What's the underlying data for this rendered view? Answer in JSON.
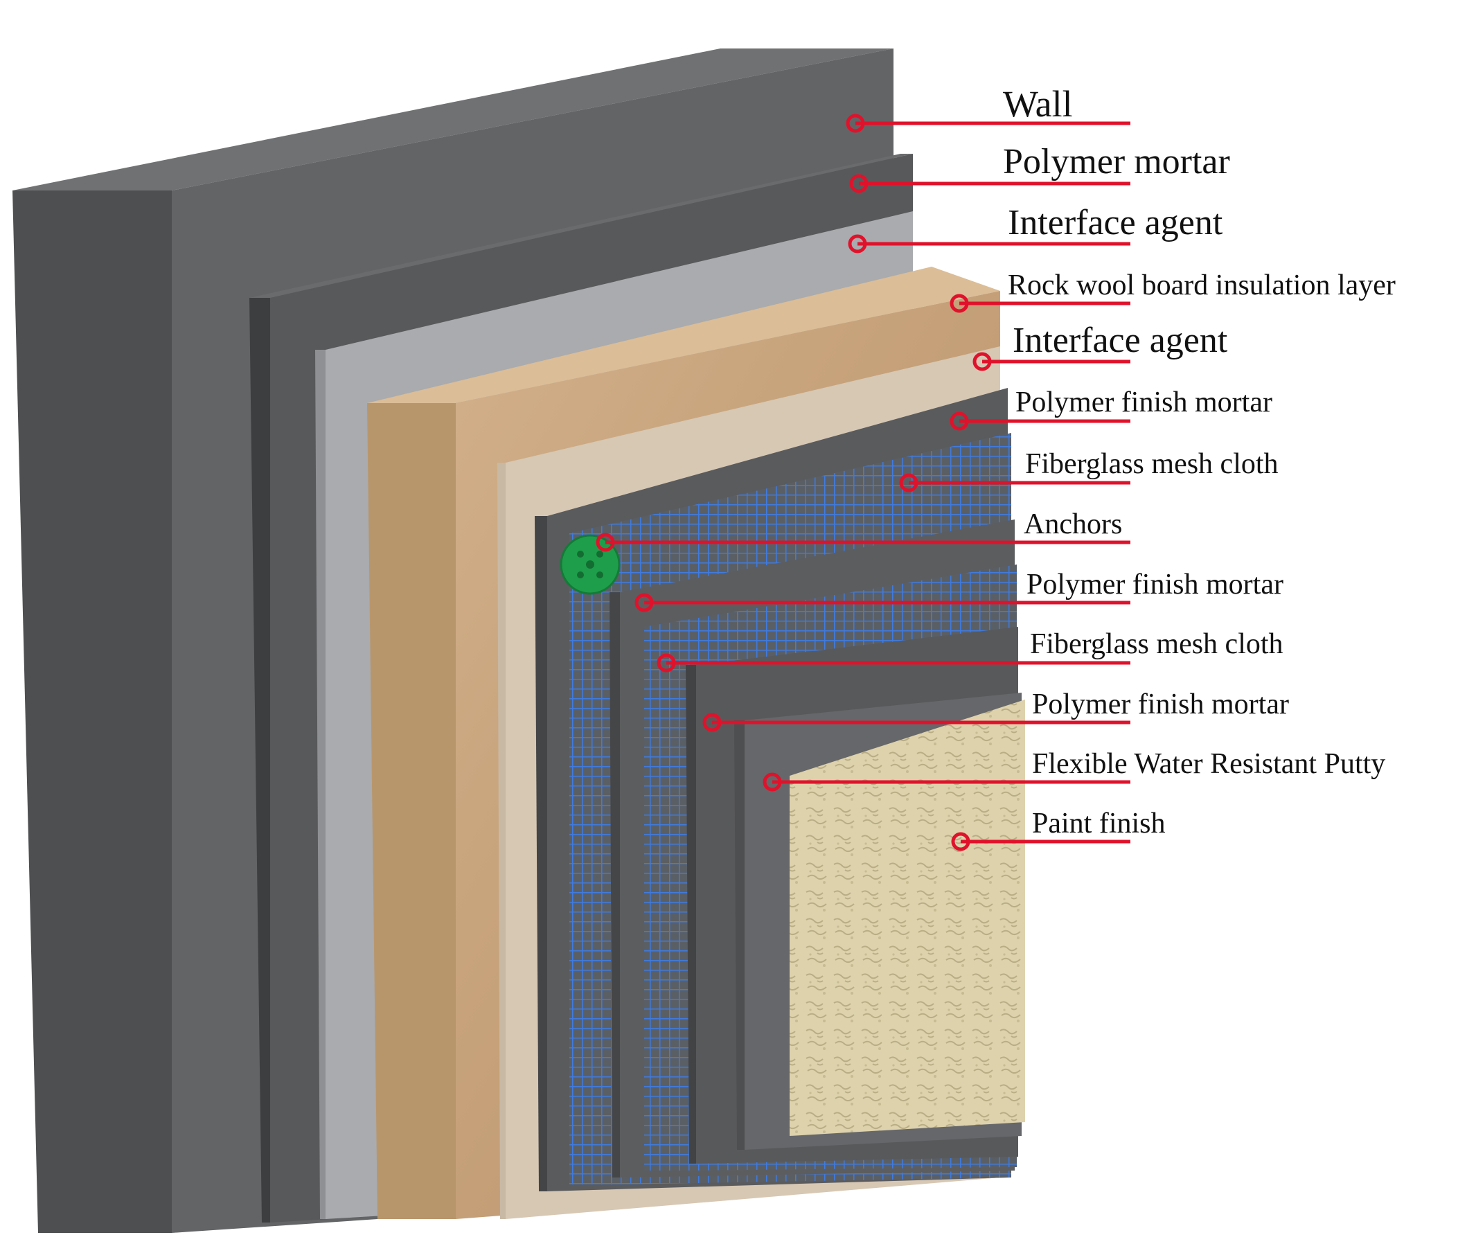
{
  "diagram": {
    "leader_color": "#e0122b",
    "mesh_color": "#3f7be0",
    "anchor_color": "#1e9e4a",
    "layers": [
      {
        "key": "wall",
        "label": "Wall",
        "color": "#5f6062"
      },
      {
        "key": "polymer-mortar",
        "label": "Polymer mortar",
        "color": "#58595b"
      },
      {
        "key": "interface-agent-1",
        "label": "Interface agent",
        "color": "#a9abae"
      },
      {
        "key": "rock-wool-board",
        "label": "Rock wool board insulation layer",
        "color": "#c9a680"
      },
      {
        "key": "interface-agent-2",
        "label": "Interface agent",
        "color": "#d7c8b4"
      },
      {
        "key": "polymer-finish-mortar-1",
        "label": "Polymer finish mortar",
        "color": "#5a5b5d"
      },
      {
        "key": "fiberglass-mesh-1",
        "label": "Fiberglass mesh cloth",
        "color": "#5a5b5d"
      },
      {
        "key": "anchors",
        "label": "Anchors",
        "color": "#1e9e4a"
      },
      {
        "key": "polymer-finish-mortar-2",
        "label": "Polymer finish mortar",
        "color": "#5c5d5f"
      },
      {
        "key": "fiberglass-mesh-2",
        "label": "Fiberglass mesh cloth",
        "color": "#5c5d5f"
      },
      {
        "key": "polymer-finish-mortar-3",
        "label": "Polymer finish mortar",
        "color": "#58595b"
      },
      {
        "key": "flexible-water-resistant-putty",
        "label": "Flexible Water Resistant Putty",
        "color": "#66676a"
      },
      {
        "key": "paint-finish",
        "label": "Paint finish",
        "color": "#ddd2ac"
      }
    ]
  }
}
